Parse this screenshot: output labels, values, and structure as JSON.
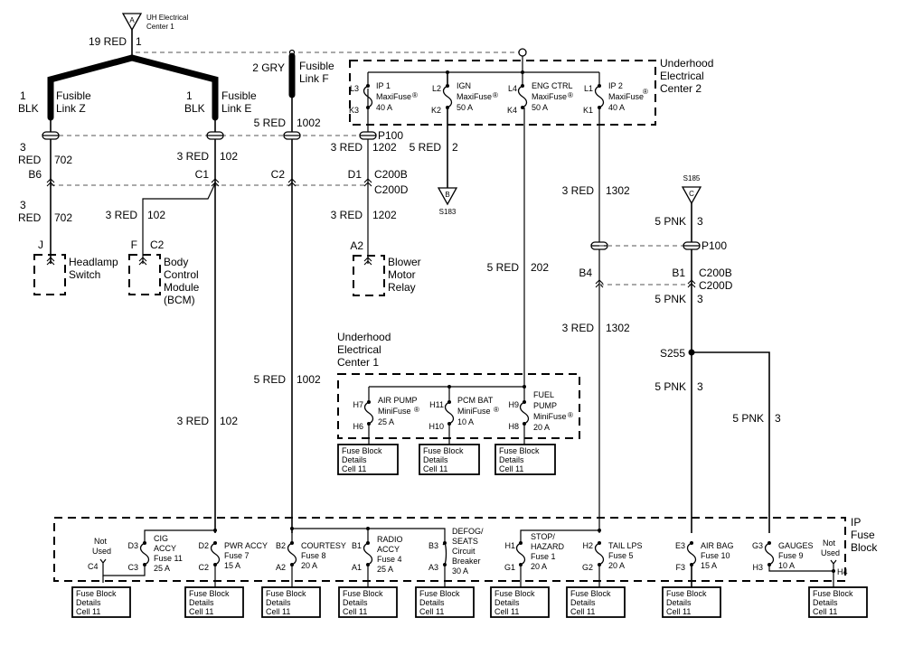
{
  "source": {
    "triangle": "A",
    "label_line1": "UH Electrical",
    "label_line2": "Center 1",
    "wire_gauge_color": "19 RED",
    "circuit": "1"
  },
  "fusible_links": [
    {
      "id": "Z",
      "gauge": "1",
      "color": "BLK",
      "label_line1": "Fusible",
      "label_line2": "Link Z"
    },
    {
      "id": "E",
      "gauge": "1",
      "color": "BLK",
      "label_line1": "Fusible",
      "label_line2": "Link E"
    },
    {
      "id": "F",
      "gauge_color": "2 GRY",
      "label_line1": "Fusible",
      "label_line2": "Link F"
    }
  ],
  "connectors": {
    "p100": "P100",
    "c200b": "C200B",
    "c200d": "C200D",
    "p100_right": "P100",
    "c200b_right": "C200B",
    "c200d_right": "C200D"
  },
  "wires": {
    "w702_top_gauge": "3",
    "w702_top_color": "RED",
    "w702_top_circuit": "702",
    "w702_bot_gauge": "3",
    "w702_bot_color": "RED",
    "w702_bot_circuit": "702",
    "w102_top": "3 RED",
    "w102_top_circuit": "102",
    "w102_bcm": "3 RED",
    "w102_bcm_circuit": "102",
    "w102_low": "3 RED",
    "w102_low_circuit": "102",
    "w1002_top": "5 RED",
    "w1002_top_circuit": "1002",
    "w1002_low": "5 RED",
    "w1002_low_circuit": "1002",
    "w1202_top": "3 RED",
    "w1202_top_circuit": "1202",
    "w1202_bot": "3 RED",
    "w1202_bot_circuit": "1202",
    "w2": "5 RED",
    "w2_circuit": "2",
    "w202": "5 RED",
    "w202_circuit": "202",
    "w1302_top": "3 RED",
    "w1302_top_circuit": "1302",
    "w1302_bot": "3 RED",
    "w1302_bot_circuit": "1302",
    "w3_a": "5 PNK",
    "w3_a_circuit": "3",
    "w3_b": "5 PNK",
    "w3_b_circuit": "3",
    "w3_c": "5 PNK",
    "w3_c_circuit": "3",
    "w3_d": "5 PNK",
    "w3_d_circuit": "3"
  },
  "pins": {
    "b6": "B6",
    "c1": "C1",
    "c2": "C2",
    "d1": "D1",
    "b4": "B4",
    "b1": "B1",
    "j": "J",
    "f": "F",
    "c2_bcm": "C2",
    "a2": "A2"
  },
  "splices": {
    "s183_letter": "B",
    "s183": "S183",
    "s185_letter": "C",
    "s185": "S185",
    "s255": "S255"
  },
  "components": {
    "headlamp_line1": "Headlamp",
    "headlamp_line2": "Switch",
    "bcm_line1": "Body",
    "bcm_line2": "Control",
    "bcm_line3": "Module",
    "bcm_line4": "(BCM)",
    "blower_line1": "Blower",
    "blower_line2": "Motor",
    "blower_line3": "Relay"
  },
  "uhec2": {
    "title_line1": "Underhood",
    "title_line2": "Electrical",
    "title_line3": "Center 2",
    "fuses": [
      {
        "in": "L3",
        "out": "K3",
        "name": "IP 1",
        "type": "MaxiFuse",
        "rating": "40 A"
      },
      {
        "in": "L2",
        "out": "K2",
        "name": "IGN",
        "type": "MaxiFuse",
        "rating": "50 A"
      },
      {
        "in": "L4",
        "out": "K4",
        "name": "ENG CTRL",
        "type": "MaxiFuse",
        "rating": "50 A"
      },
      {
        "in": "L1",
        "out": "K1",
        "name": "IP 2",
        "type": "MaxiFuse",
        "rating": "40 A"
      }
    ]
  },
  "uhec1": {
    "title_line1": "Underhood",
    "title_line2": "Electrical",
    "title_line3": "Center 1",
    "fuses": [
      {
        "in": "H7",
        "out": "H6",
        "name": "AIR PUMP",
        "type": "MiniFuse",
        "rating": "25 A"
      },
      {
        "in": "H11",
        "out": "H10",
        "name": "PCM BAT",
        "type": "MiniFuse",
        "rating": "10 A"
      },
      {
        "in": "H9",
        "out": "H8",
        "name_line1": "FUEL",
        "name_line2": "PUMP",
        "type": "MiniFuse",
        "rating": "20 A"
      }
    ]
  },
  "ip_fuse_block": {
    "title_line1": "IP",
    "title_line2": "Fuse",
    "title_line3": "Block",
    "not_used_1": {
      "line1": "Not",
      "line2": "Used",
      "pin": "C4"
    },
    "not_used_2": {
      "line1": "Not",
      "line2": "Used",
      "pin": "H4"
    },
    "fuses": [
      {
        "in": "D3",
        "out": "C3",
        "line1": "CIG",
        "line2": "ACCY",
        "line3": "Fuse 11",
        "rating": "25 A"
      },
      {
        "in": "D2",
        "out": "C2",
        "line1": "PWR ACCY",
        "line2": "Fuse 7",
        "rating": "15 A"
      },
      {
        "in": "B2",
        "out": "A2",
        "line1": "COURTESY",
        "line2": "Fuse 8",
        "rating": "20 A"
      },
      {
        "in": "B1",
        "out": "A1",
        "line1": "RADIO",
        "line2": "ACCY",
        "line3": "Fuse 4",
        "rating": "25 A"
      },
      {
        "in": "B3",
        "out": "A3",
        "line1": "DEFOG/",
        "line2": "SEATS",
        "line3": "Circuit",
        "line4": "Breaker",
        "rating": "30 A"
      },
      {
        "in": "H1",
        "out": "G1",
        "line1": "STOP/",
        "line2": "HAZARD",
        "line3": "Fuse 1",
        "rating": "20 A"
      },
      {
        "in": "H2",
        "out": "G2",
        "line1": "TAIL LPS",
        "line2": "Fuse 5",
        "rating": "20 A"
      },
      {
        "in": "E3",
        "out": "F3",
        "line1": "AIR BAG",
        "line2": "Fuse 10",
        "rating": "15 A"
      },
      {
        "in": "G3",
        "out": "H3",
        "line1": "GAUGES",
        "line2": "Fuse 9",
        "rating": "10 A"
      }
    ]
  },
  "ref_box": {
    "line1": "Fuse Block",
    "line2": "Details",
    "line3": "Cell 11"
  }
}
